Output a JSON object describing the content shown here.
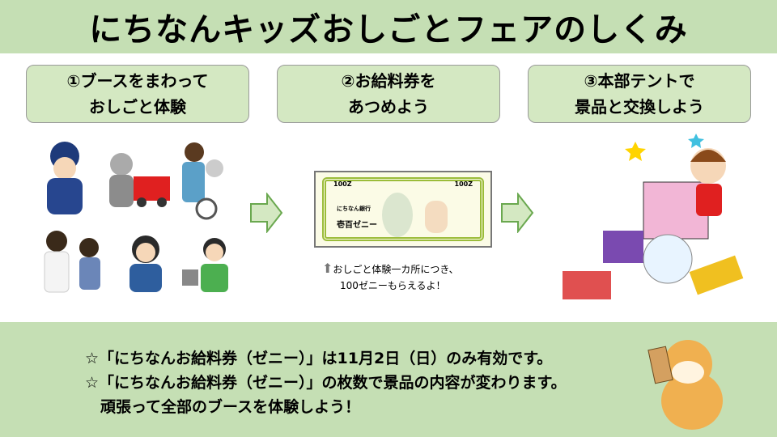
{
  "title": "にちなんキッズおしごとフェアのしくみ",
  "steps": [
    {
      "line1": "①ブースをまわって",
      "line2": "おしごと体験"
    },
    {
      "line1": "②お給料券を",
      "line2": "あつめよう"
    },
    {
      "line1": "③本部テントで",
      "line2": "景品と交換しよう"
    }
  ],
  "banknote": {
    "corner_left": "100Z",
    "corner_right": "100Z",
    "bank": "にちなん銀行",
    "amount": "壱百ゼニー"
  },
  "caption": {
    "line1": "おしごと体験一カ所につき、",
    "line2": "100ゼニーもらえるよ！"
  },
  "notes": [
    "☆「にちなんお給料券（ゼニー）」は11月2日（日）のみ有効です。",
    "☆「にちなんお給料券（ゼニー）」の枚数で景品の内容が変わります。",
    "　頑張って全部のブースを体験しよう！"
  ],
  "colors": {
    "band": "#c5dfb4",
    "box": "#d4e8c2"
  }
}
